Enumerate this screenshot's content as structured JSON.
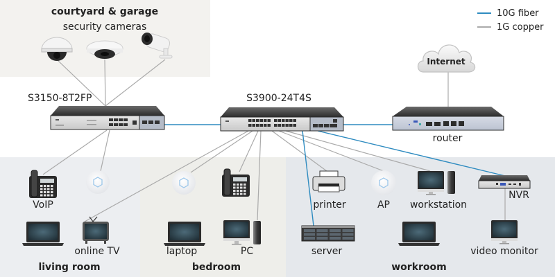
{
  "colors": {
    "fiber": "#2e8bc0",
    "copper": "#aaaaaa",
    "zone_cams": "#f3f2ef",
    "zone_living": "#eceef1",
    "zone_bedroom": "#eeeeea",
    "zone_workroom": "#e5e8ec"
  },
  "legend": [
    {
      "label": "10G fiber",
      "kind": "fiber"
    },
    {
      "label": "1G copper",
      "kind": "copper"
    }
  ],
  "zones": {
    "cameras": {
      "title": "courtyard & garage",
      "subtitle": "security cameras"
    },
    "living_room": {
      "title": "living room"
    },
    "bedroom": {
      "title": "bedroom"
    },
    "workroom": {
      "title": "workroom"
    }
  },
  "devices": {
    "switch_small": {
      "label": "S3150-8T2FP",
      "icon": "poe-switch-icon"
    },
    "switch_core": {
      "label": "S3900-24T4S",
      "icon": "core-switch-icon"
    },
    "router": {
      "label": "router",
      "icon": "router-icon"
    },
    "internet": {
      "label": "Internet",
      "icon": "cloud-icon"
    },
    "camera_dome": {
      "label": "",
      "icon": "dome-camera-icon"
    },
    "camera_fisheye": {
      "label": "",
      "icon": "fisheye-camera-icon"
    },
    "camera_bullet": {
      "label": "",
      "icon": "bullet-camera-icon"
    },
    "voip_living": {
      "label": "VoIP",
      "icon": "voip-phone-icon"
    },
    "ap_living": {
      "label": "",
      "icon": "access-point-icon"
    },
    "laptop_living": {
      "label": "",
      "icon": "laptop-icon"
    },
    "tv": {
      "label": "online TV",
      "icon": "tv-icon"
    },
    "ap_bedroom": {
      "label": "",
      "icon": "access-point-icon"
    },
    "voip_bedroom": {
      "label": "",
      "icon": "voip-phone-icon"
    },
    "laptop_bedroom": {
      "label": "laptop",
      "icon": "laptop-icon"
    },
    "pc": {
      "label": "PC",
      "icon": "desktop-pc-icon"
    },
    "printer": {
      "label": "printer",
      "icon": "printer-icon"
    },
    "ap_work": {
      "label": "AP",
      "icon": "access-point-icon"
    },
    "workstation": {
      "label": "workstation",
      "icon": "workstation-icon"
    },
    "nvr": {
      "label": "NVR",
      "icon": "nvr-icon"
    },
    "server": {
      "label": "server",
      "icon": "server-icon"
    },
    "laptop_work": {
      "label": "",
      "icon": "laptop-icon"
    },
    "video_monitor": {
      "label": "video monitor",
      "icon": "monitor-icon"
    }
  },
  "links": [
    {
      "from": "camera_dome",
      "to": "switch_small",
      "type": "copper"
    },
    {
      "from": "camera_fisheye",
      "to": "switch_small",
      "type": "copper"
    },
    {
      "from": "camera_bullet",
      "to": "switch_small",
      "type": "copper"
    },
    {
      "from": "switch_small",
      "to": "switch_core",
      "type": "fiber"
    },
    {
      "from": "switch_core",
      "to": "router",
      "type": "fiber"
    },
    {
      "from": "router",
      "to": "internet",
      "type": "copper"
    },
    {
      "from": "switch_small",
      "to": "voip_living",
      "type": "copper"
    },
    {
      "from": "switch_small",
      "to": "ap_living",
      "type": "copper"
    },
    {
      "from": "switch_core",
      "to": "tv",
      "type": "copper"
    },
    {
      "from": "switch_core",
      "to": "ap_bedroom",
      "type": "copper"
    },
    {
      "from": "switch_core",
      "to": "voip_bedroom",
      "type": "copper"
    },
    {
      "from": "switch_core",
      "to": "pc",
      "type": "copper"
    },
    {
      "from": "switch_core",
      "to": "printer",
      "type": "copper"
    },
    {
      "from": "switch_core",
      "to": "ap_work",
      "type": "copper"
    },
    {
      "from": "switch_core",
      "to": "workstation",
      "type": "copper"
    },
    {
      "from": "switch_core",
      "to": "server",
      "type": "fiber"
    },
    {
      "from": "switch_core",
      "to": "nvr",
      "type": "fiber"
    },
    {
      "from": "nvr",
      "to": "video_monitor",
      "type": "copper"
    }
  ]
}
